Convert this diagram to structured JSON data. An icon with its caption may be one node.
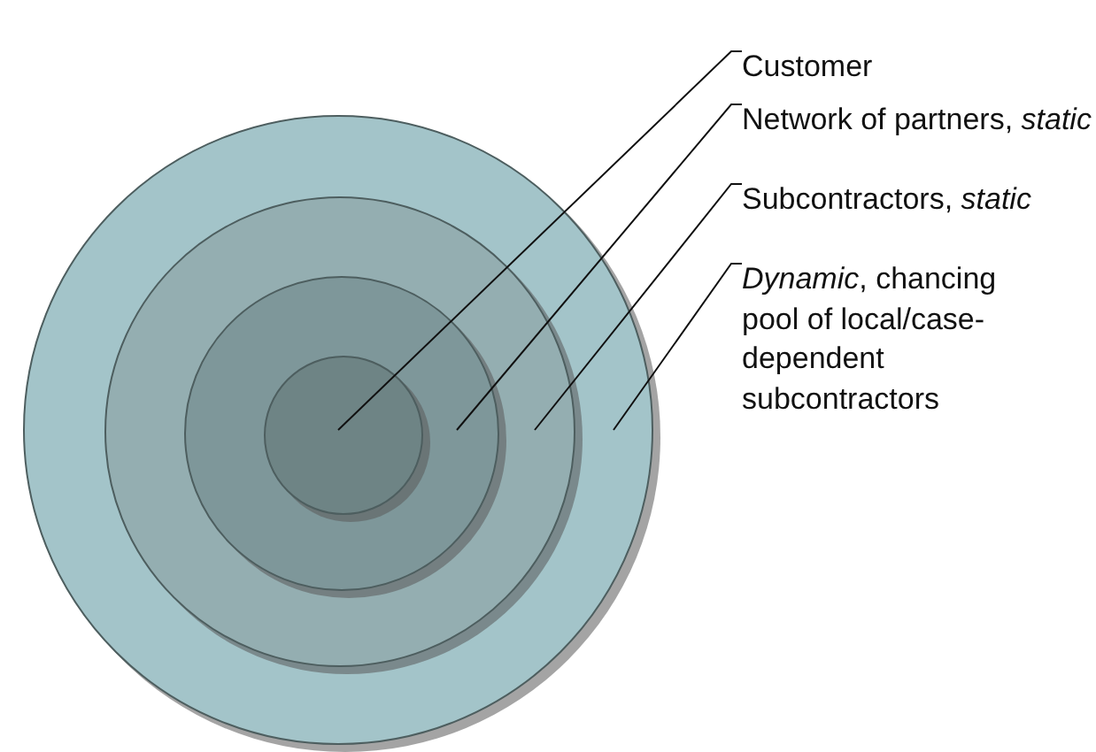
{
  "diagram": {
    "nodes": [
      {
        "text": [],
        "shape": "circle"
      },
      {
        "text": [],
        "shape": "circle",
        "in": 0
      },
      {
        "text": [],
        "shape": "circle",
        "in": 1
      },
      {
        "text": [],
        "shape": "circle",
        "in": 2
      },
      {
        "text": [
          "Customer"
        ]
      },
      {
        "text": [
          "Network of partners, *static*"
        ]
      },
      {
        "text": [
          "Subcontractors, *static*"
        ]
      },
      {
        "text": [
          "*Dynamic*, chancing pool of local/case-dependent subcontractors"
        ]
      }
    ],
    "edges": [
      {
        "from": 4,
        "to": 3,
        "arrow": "none"
      },
      {
        "from": 5,
        "to": 2,
        "arrow": "none"
      },
      {
        "from": 6,
        "to": 1,
        "arrow": "none"
      },
      {
        "from": 7,
        "to": 0,
        "arrow": "none"
      }
    ]
  }
}
